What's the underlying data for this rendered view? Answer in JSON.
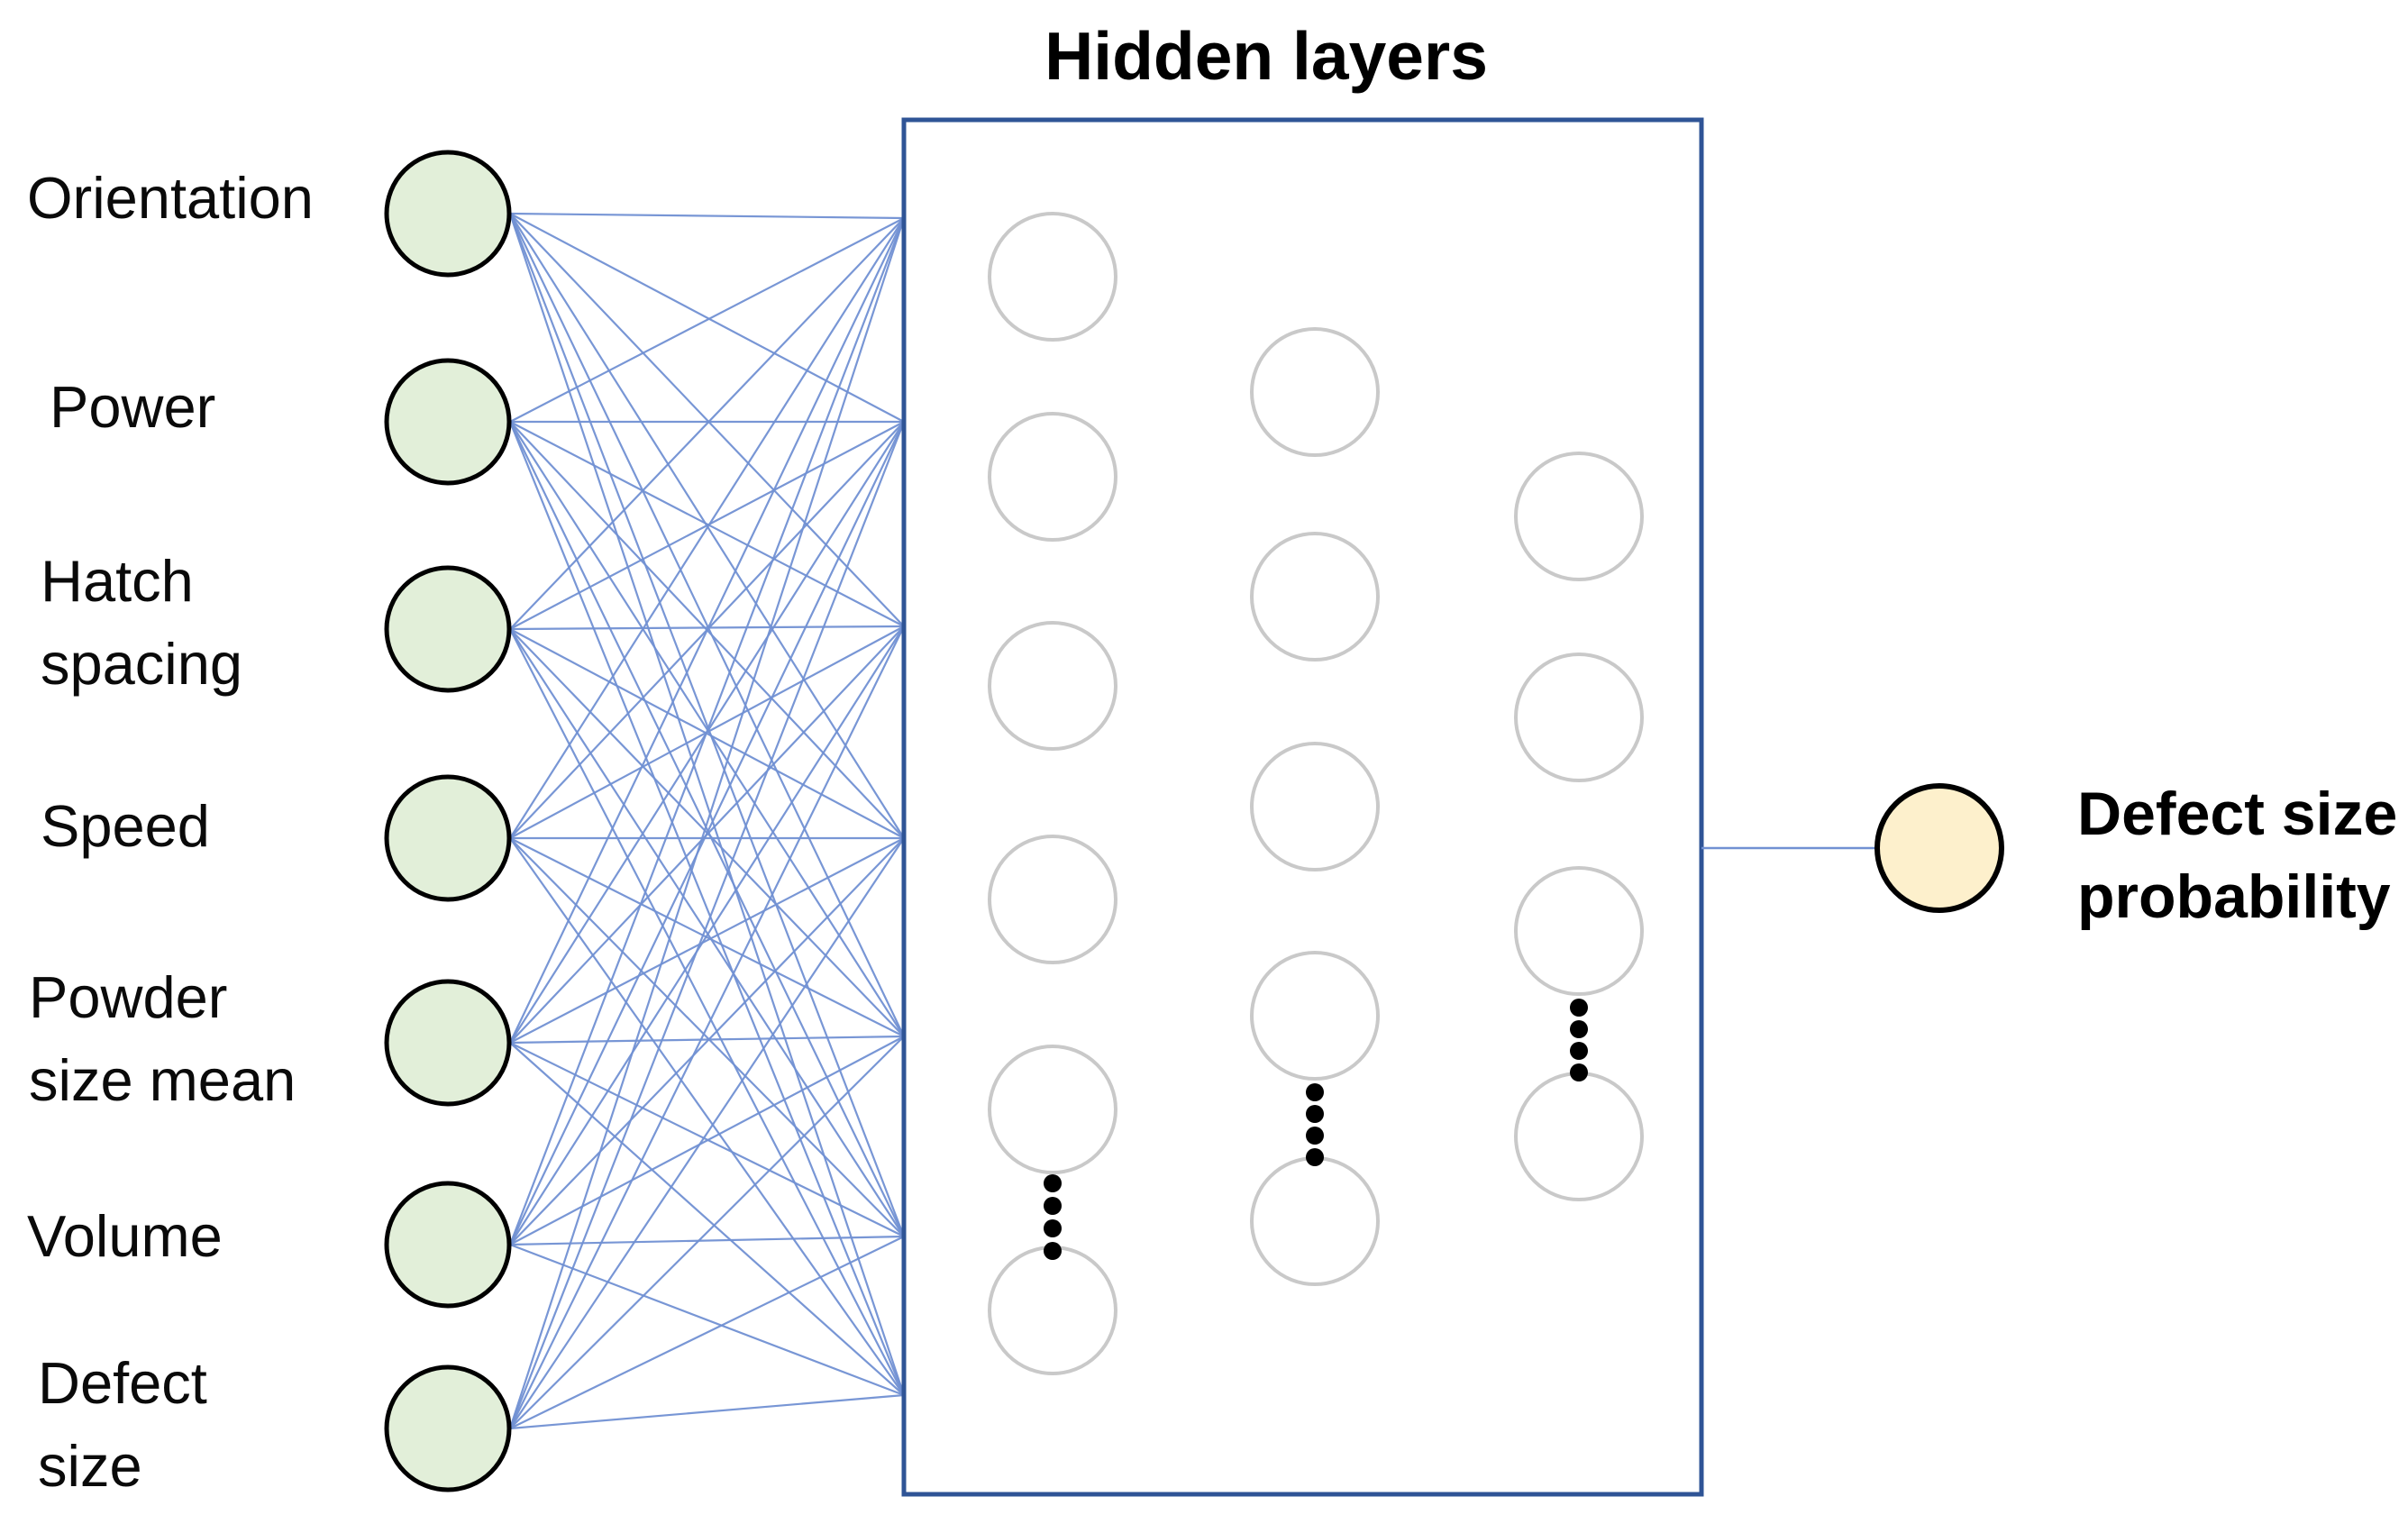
{
  "diagram": {
    "title": "Hidden layers",
    "inputs": [
      {
        "lines": [
          "Orientation"
        ]
      },
      {
        "lines": [
          "Power"
        ]
      },
      {
        "lines": [
          "Hatch",
          "spacing"
        ]
      },
      {
        "lines": [
          "Speed"
        ]
      },
      {
        "lines": [
          "Powder",
          "size mean"
        ]
      },
      {
        "lines": [
          "Volume"
        ]
      },
      {
        "lines": [
          "Defect",
          "size"
        ]
      }
    ],
    "output_label_lines": [
      "Defect size",
      "probability"
    ],
    "structure": {
      "input_node_count": 7,
      "hidden_column_count": 3,
      "hidden_visible_nodes_per_column": [
        6,
        5,
        4
      ],
      "ellipsis_dots_per_column": 4,
      "output_node_count": 1
    },
    "colors": {
      "input_node_fill": "#E2EFD9",
      "input_node_stroke": "#000000",
      "hidden_node_fill": "#FFFFFF",
      "hidden_node_stroke": "#C9C9C9",
      "output_node_fill": "#FDF0CC",
      "output_node_stroke": "#000000",
      "hidden_box_border": "#2F5496",
      "connection_line": "#7191D3",
      "dots_color": "#000000"
    }
  }
}
